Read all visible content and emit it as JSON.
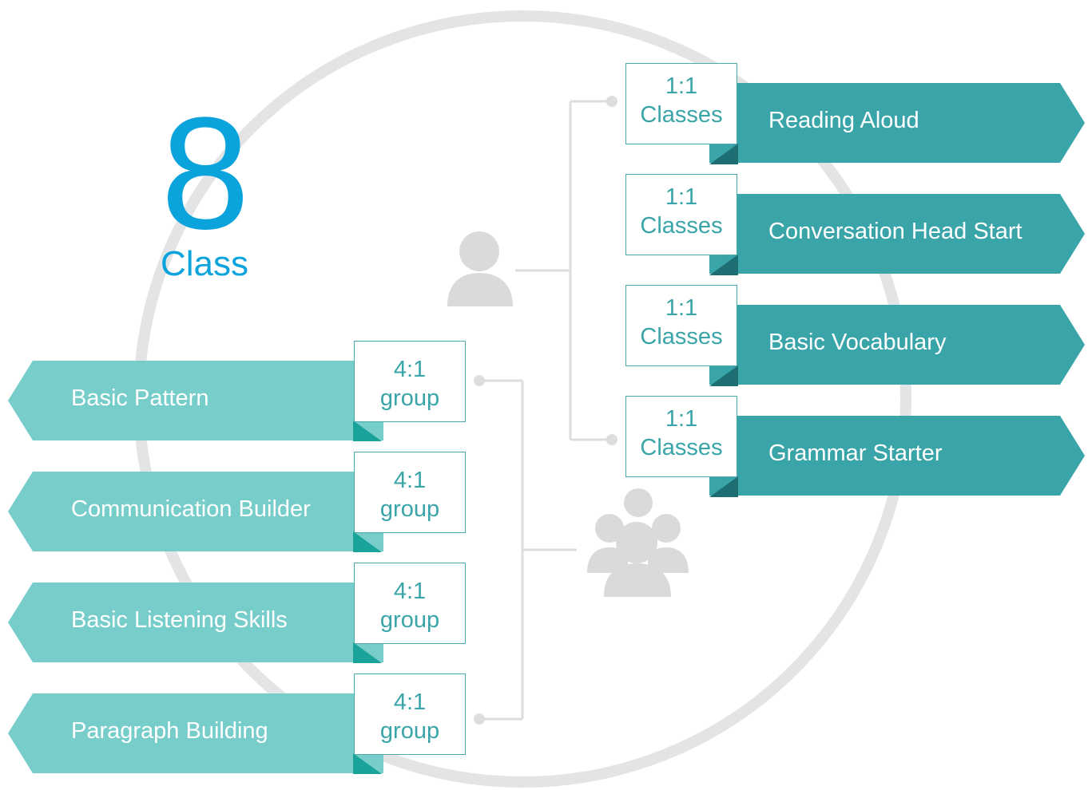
{
  "headline": {
    "number": "8",
    "label": "Class"
  },
  "one_to_one": {
    "ratio": "1:1",
    "unit": "Classes",
    "courses": [
      "Reading Aloud",
      "Conversation Head Start",
      "Basic Vocabulary",
      "Grammar Starter"
    ]
  },
  "four_to_one": {
    "ratio": "4:1",
    "unit": "group",
    "courses": [
      "Basic Pattern",
      "Communication Builder",
      "Basic Listening Skills",
      "Paragraph Building"
    ]
  },
  "icons": {
    "single": "person-icon",
    "group": "group-icon"
  },
  "colors": {
    "accent_blue": "#0aa3dc",
    "one_to_one_arrow": "#3aa5a9",
    "one_to_one_fold": "#1d6e73",
    "four_to_one_arrow": "#76cdca",
    "four_to_one_fold": "#1aa39a",
    "ring": "#e3e4e6",
    "icon_gray": "#d9dadc",
    "connector": "#dcdddf"
  }
}
